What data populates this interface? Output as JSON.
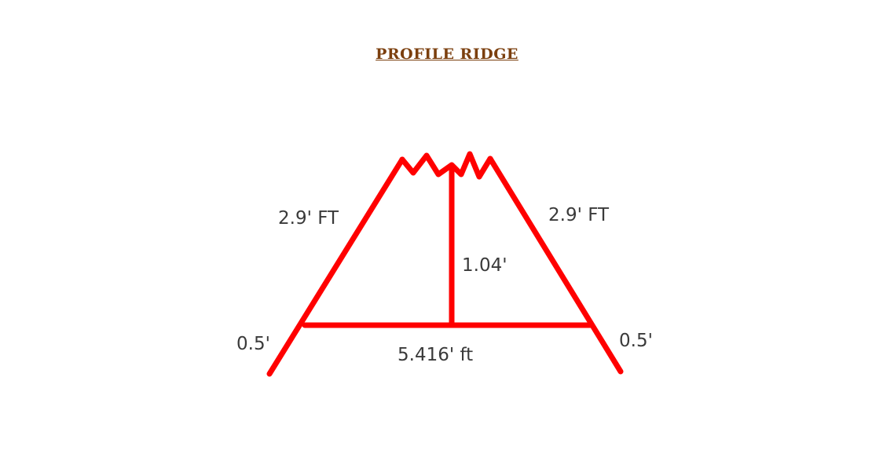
{
  "title": "PROFILE  RIDGE",
  "colors": {
    "title": "#7b3f0e",
    "ridge_line": "#ff0000",
    "label_text": "#3a3a3a"
  },
  "labels": {
    "left_slope": "2.9' FT",
    "right_slope": "2.9' FT",
    "height": "1.04'",
    "base": "5.416' ft",
    "left_extension": "0.5'",
    "right_extension": "0.5'"
  }
}
